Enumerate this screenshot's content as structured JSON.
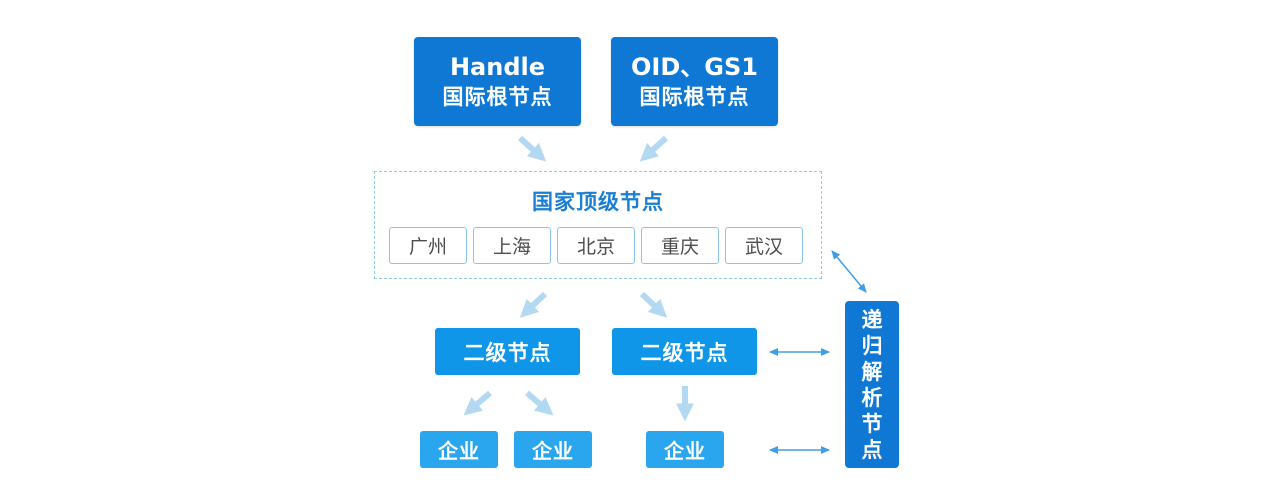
{
  "roots": [
    {
      "line1": "Handle",
      "line2": "国际根节点"
    },
    {
      "line1": "OID、GS1",
      "line2": "国际根节点"
    }
  ],
  "national": {
    "title": "国家顶级节点",
    "cities": [
      "广州",
      "上海",
      "北京",
      "重庆",
      "武汉"
    ]
  },
  "secondary": [
    "二级节点",
    "二级节点"
  ],
  "enterprises": [
    "企业",
    "企业",
    "企业"
  ],
  "recursive": {
    "chars": [
      "递",
      "归",
      "解",
      "析",
      "节",
      "点"
    ]
  },
  "colors": {
    "root": "#0e78d4",
    "secondary": "#1096e8",
    "enterprise": "#2aa6ef",
    "arrow": "#b3d8f2",
    "dashed_border": "#8fc9ee"
  }
}
